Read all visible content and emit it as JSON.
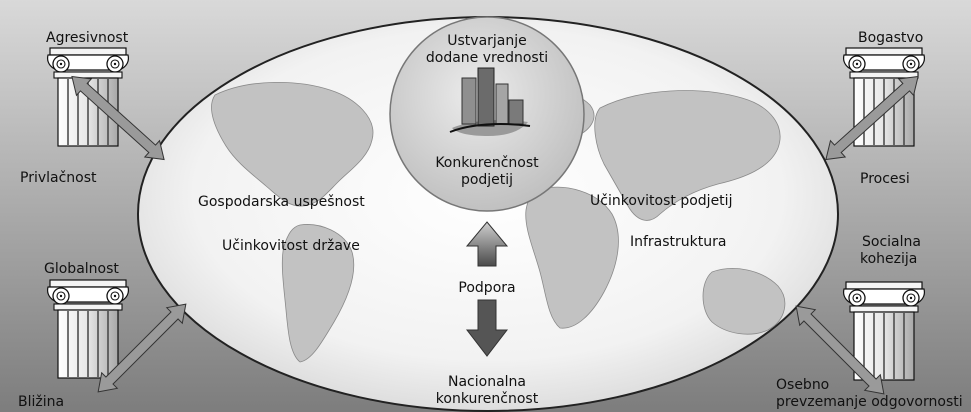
{
  "pillars": {
    "top_left": {
      "title": "Agresivnost",
      "partner": "Privlačnost"
    },
    "bottom_left": {
      "title": "Globalnost",
      "partner": "Bližina"
    },
    "top_right": {
      "title": "Bogastvo",
      "partner": "Procesi"
    },
    "bottom_right": {
      "title_line1": "Socialna",
      "title_line2": "kohezija",
      "partner_line1": "Osebno",
      "partner_line2": "prevzemanje odgovornosti"
    }
  },
  "circle": {
    "top_line1": "Ustvarjanje",
    "top_line2": "dodane vrednosti",
    "bottom_line1": "Konkurenčnost",
    "bottom_line2": "podjetij"
  },
  "world": {
    "left_top": "Gospodarska uspešnost",
    "left_bottom": "Učinkovitost države",
    "right_top": "Učinkovitost podjetij",
    "right_bottom": "Infrastruktura"
  },
  "center": {
    "support": "Podpora",
    "bottom_line1": "Nacionalna",
    "bottom_line2": "konkurenčnost"
  }
}
